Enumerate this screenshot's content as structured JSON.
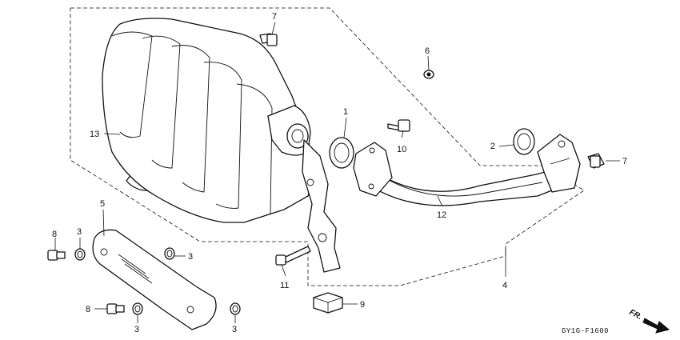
{
  "diagram": {
    "code": "GY1G-F1600",
    "direction_label": "FR."
  },
  "callouts": [
    {
      "id": "c7a",
      "label": "7"
    },
    {
      "id": "c6",
      "label": "6"
    },
    {
      "id": "c1",
      "label": "1"
    },
    {
      "id": "c10",
      "label": "10"
    },
    {
      "id": "c2",
      "label": "2"
    },
    {
      "id": "c7b",
      "label": "7"
    },
    {
      "id": "c13",
      "label": "13"
    },
    {
      "id": "c12",
      "label": "12"
    },
    {
      "id": "c4",
      "label": "4"
    },
    {
      "id": "c5",
      "label": "5"
    },
    {
      "id": "c8a",
      "label": "8"
    },
    {
      "id": "c3a",
      "label": "3"
    },
    {
      "id": "c3b",
      "label": "3"
    },
    {
      "id": "c11",
      "label": "11"
    },
    {
      "id": "c9",
      "label": "9"
    },
    {
      "id": "c8b",
      "label": "8"
    },
    {
      "id": "c3c",
      "label": "3"
    },
    {
      "id": "c3d",
      "label": "3"
    }
  ]
}
